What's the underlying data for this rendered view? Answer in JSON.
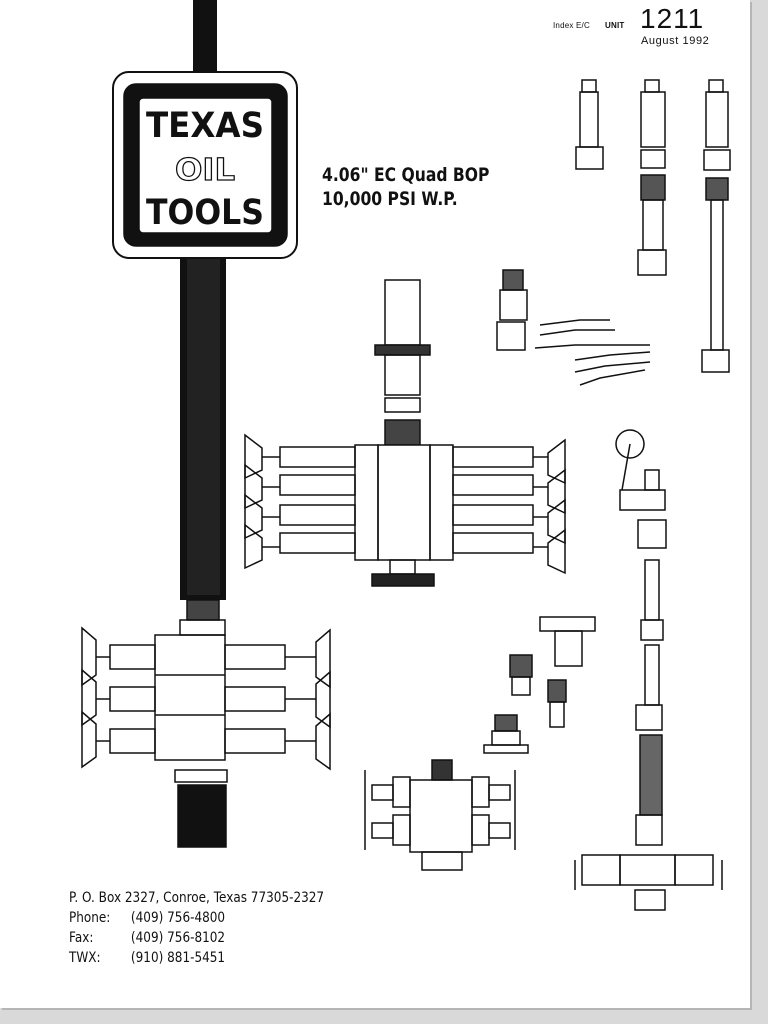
{
  "header": {
    "index_label": "Index E/C",
    "unit_label": "UNIT",
    "unit_number": "1211",
    "date": "August 1992"
  },
  "logo": {
    "line1": "TEXAS",
    "line2": "OIL",
    "line3": "TOOLS"
  },
  "title": {
    "line1": "4.06\" EC Quad BOP",
    "line2": "10,000 PSI W.P."
  },
  "contact": {
    "address": "P. O. Box 2327, Conroe, Texas  77305-2327",
    "phone_label": "Phone:",
    "phone": "(409) 756-4800",
    "fax_label": "Fax:",
    "fax": "(409) 756-8102",
    "twx_label": "TWX:",
    "twx": "(910) 881-5451"
  }
}
